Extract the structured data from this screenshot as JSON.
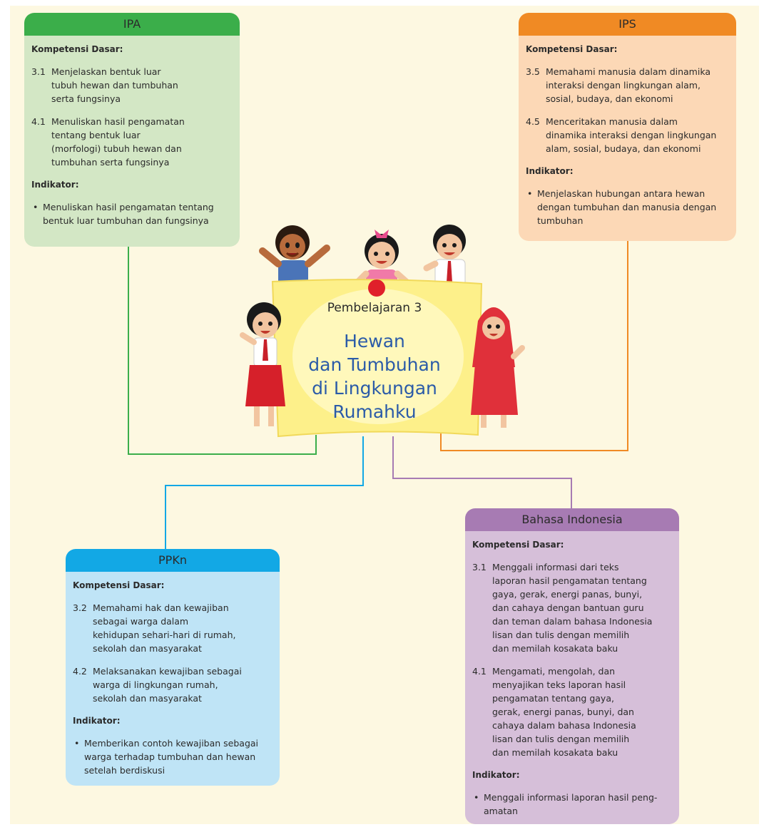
{
  "center": {
    "subtitle": "Pembelajaran 3",
    "title": "Hewan\ndan Tumbuhan\ndi Lingkungan\nRumahku"
  },
  "cards": {
    "ipa": {
      "header": "IPA",
      "kd_label": "Kompetensi Dasar:",
      "kd": [
        {
          "num": "3.1",
          "text": "Menjelaskan bentuk luar\ntubuh hewan dan tumbuhan\nserta fungsinya"
        },
        {
          "num": "4.1",
          "text": "Menuliskan hasil pengamatan\ntentang bentuk luar\n(morfologi) tubuh hewan dan\ntumbuhan serta fungsinya"
        }
      ],
      "ind_label": "Indikator:",
      "ind": [
        "Menuliskan hasil pengamatan tentang\nbentuk luar tumbuhan dan fungsinya"
      ]
    },
    "ips": {
      "header": "IPS",
      "kd_label": "Kompetensi Dasar:",
      "kd": [
        {
          "num": "3.5",
          "text": "Memahami manusia dalam dinamika\ninteraksi dengan lingkungan alam,\nsosial, budaya, dan ekonomi"
        },
        {
          "num": "4.5",
          "text": "Menceritakan manusia dalam\ndinamika interaksi dengan lingkungan\nalam, sosial, budaya, dan ekonomi"
        }
      ],
      "ind_label": "Indikator:",
      "ind": [
        "Menjelaskan hubungan antara hewan\ndengan tumbuhan dan manusia dengan\ntumbuhan"
      ]
    },
    "ppkn": {
      "header": "PPKn",
      "kd_label": "Kompetensi Dasar:",
      "kd": [
        {
          "num": "3.2",
          "text": "Memahami hak dan kewajiban\nsebagai warga dalam\nkehidupan sehari-hari di rumah,\nsekolah dan masyarakat"
        },
        {
          "num": "4.2",
          "text": "Melaksanakan kewajiban sebagai\nwarga di lingkungan rumah,\nsekolah dan masyarakat"
        }
      ],
      "ind_label": "Indikator:",
      "ind": [
        "Memberikan contoh kewajiban sebagai\nwarga terhadap tumbuhan dan hewan\nsetelah berdiskusi"
      ]
    },
    "bi": {
      "header": "Bahasa Indonesia",
      "kd_label": "Kompetensi Dasar:",
      "kd": [
        {
          "num": "3.1",
          "text": "Menggali informasi dari teks\nlaporan hasil pengamatan tentang\ngaya, gerak, energi panas, bunyi,\ndan cahaya dengan bantuan guru\ndan teman dalam bahasa Indonesia\nlisan dan tulis dengan memilih\ndan memilah kosakata baku"
        },
        {
          "num": "4.1",
          "text": "Mengamati, mengolah, dan\nmenyajikan teks laporan hasil\npengamatan tentang gaya,\ngerak, energi panas, bunyi, dan\ncahaya dalam bahasa Indonesia\nlisan dan tulis dengan memilih\ndan memilah kosakata baku"
        }
      ],
      "ind_label": "Indikator:",
      "ind": [
        "Menggali informasi laporan hasil peng-\namatan"
      ]
    }
  },
  "colors": {
    "ipa": "#3bae4a",
    "ips": "#f08a24",
    "ppkn": "#12a8e5",
    "bi": "#a77bb3"
  }
}
